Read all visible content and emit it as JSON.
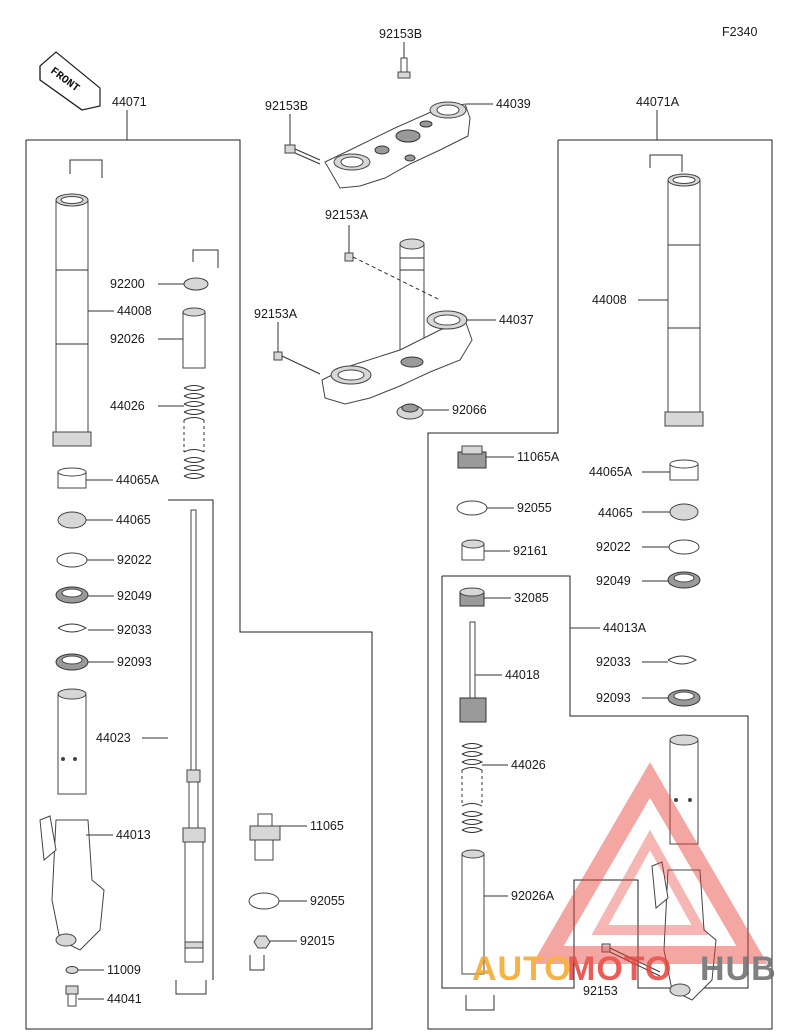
{
  "diagram_code": "F2340",
  "front_label": "FRONT",
  "assembly_left": "44071",
  "assembly_right": "44071A",
  "parts": {
    "p44039": "44039",
    "p92153B_top": "92153B",
    "p92153B_left": "92153B",
    "p92153A_top": "92153A",
    "p92153A_left": "92153A",
    "p44037": "44037",
    "p92066": "92066",
    "L_92200": "92200",
    "L_44008": "44008",
    "L_92026": "92026",
    "L_44026": "44026",
    "L_44065A": "44065A",
    "L_44065": "44065",
    "L_92022": "92022",
    "L_92049": "92049",
    "L_92033": "92033",
    "L_92093": "92093",
    "L_44023": "44023",
    "L_44013": "44013",
    "L_11009": "11009",
    "L_44041": "44041",
    "L_11065": "11065",
    "L_92055": "92055",
    "L_92015": "92015",
    "R_44008": "44008",
    "R_11065A": "11065A",
    "R_44065A": "44065A",
    "R_92055": "92055",
    "R_44065": "44065",
    "R_92161": "92161",
    "R_92022": "92022",
    "R_92049": "92049",
    "R_32085": "32085",
    "R_44013A": "44013A",
    "R_44018": "44018",
    "R_92033": "92033",
    "R_92093": "92093",
    "R_44026": "44026",
    "R_92026A": "92026A",
    "R_92153": "92153"
  },
  "watermark": {
    "part1": "AUTO",
    "part2": "MOTO",
    "part3": "HUB",
    "color_red": "#e8403a",
    "color_orange": "#f5a623",
    "color_grey": "#6b6b6b"
  }
}
